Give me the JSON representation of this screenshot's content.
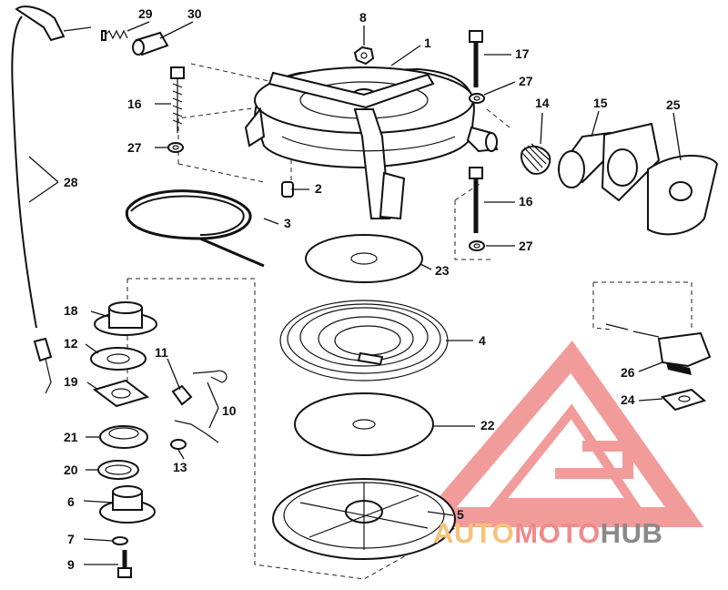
{
  "diagram": {
    "callouts": [
      "1",
      "2",
      "3",
      "4",
      "5",
      "6",
      "7",
      "8",
      "9",
      "10",
      "11",
      "12",
      "13",
      "14",
      "15",
      "16",
      "16",
      "17",
      "18",
      "19",
      "20",
      "21",
      "22",
      "23",
      "24",
      "25",
      "26",
      "27",
      "27",
      "27",
      "28",
      "29",
      "30"
    ]
  },
  "watermark": {
    "part1": "AUTO",
    "part2": "MOTO",
    "part3": "HUB",
    "color_primary": "#f08a8a",
    "color_secondary": "#f5c27a",
    "color_dark": "#8a8a8a"
  }
}
